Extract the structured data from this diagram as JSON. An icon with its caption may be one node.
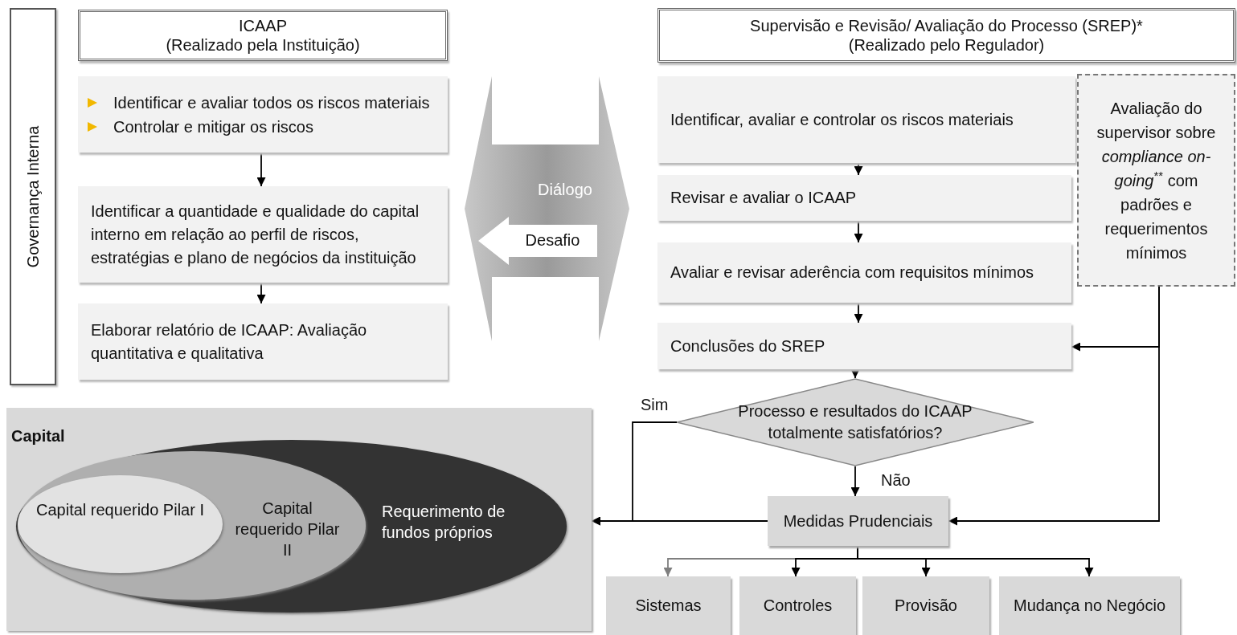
{
  "diagram": {
    "nodes": [
      {
        "text": [
          "Governança Interna"
        ]
      },
      {
        "text": [
          "ICAAP",
          "(Realizado pela Instituição)"
        ]
      },
      {
        "text": [
          "Identificar e avaliar todos os riscos materiais",
          "Controlar e mitigar os riscos"
        ]
      },
      {
        "text": [
          "Identificar a quantidade e qualidade do capital interno em relação ao perfil de riscos, estratégias e plano de negócios da instituição"
        ]
      },
      {
        "text": [
          "Elaborar relatório de ICAAP: Avaliação quantitativa e qualitativa"
        ]
      },
      {
        "text": [
          "Diálogo"
        ]
      },
      {
        "text": [
          "Desafio"
        ],
        "in": 5
      },
      {
        "text": [
          "Supervisão e Revisão/ Avaliação do Processo (SREP)*",
          "(Realizado pelo Regulador)"
        ]
      },
      {
        "text": [
          "Identificar, avaliar e controlar os riscos materiais"
        ]
      },
      {
        "text": [
          "Revisar e avaliar o ICAAP"
        ]
      },
      {
        "text": [
          "Avaliar e revisar aderência com requisitos mínimos"
        ]
      },
      {
        "text": [
          "Conclusões do SREP"
        ]
      },
      {
        "text": [
          "Avaliação do supervisor sobre *compliance on-going*$^{**}$ com padrões e requerimentos mínimos"
        ]
      },
      {
        "text": [
          "Processo e resultados do ICAAP totalmente satisfatórios?"
        ]
      },
      {
        "text": [
          "Medidas Prudenciais"
        ]
      },
      {
        "text": [
          "Sistemas"
        ]
      },
      {
        "text": [
          "Controles"
        ]
      },
      {
        "text": [
          "Provisão"
        ]
      },
      {
        "text": [
          "Mudança no Negócio"
        ]
      },
      {
        "text": [
          "Capital"
        ]
      },
      {
        "text": [
          "Requerimento de fundos próprios"
        ],
        "in": 19
      },
      {
        "text": [
          "Capital requerido Pilar II"
        ],
        "in": 20
      },
      {
        "text": [
          "Capital requerido Pilar I"
        ],
        "in": 21
      }
    ],
    "edges": [
      {
        "from": 2,
        "to": 3,
        "arrow": "to"
      },
      {
        "from": 3,
        "to": 4,
        "arrow": "to"
      },
      {
        "from": 8,
        "to": 9,
        "arrow": "to"
      },
      {
        "from": 9,
        "to": 10,
        "arrow": "to"
      },
      {
        "from": 10,
        "to": 11,
        "arrow": "to"
      },
      {
        "from": 12,
        "to": 11,
        "arrow": "to"
      },
      {
        "from": 12,
        "to": 14,
        "arrow": "to"
      },
      {
        "from": 11,
        "to": 13,
        "arrow": "to"
      },
      {
        "from": 13,
        "to": 14,
        "label": "Não",
        "arrow": "to"
      },
      {
        "from": 13,
        "to": 19,
        "label": "Sim",
        "arrow": "to"
      },
      {
        "from": 14,
        "to": 19,
        "arrow": "to"
      },
      {
        "from": 14,
        "to": 15,
        "arrow": "to",
        "color": "#7f7f7f"
      },
      {
        "from": 14,
        "to": 16,
        "arrow": "to"
      },
      {
        "from": 14,
        "to": 17,
        "arrow": "to"
      },
      {
        "from": 14,
        "to": 18,
        "arrow": "to"
      }
    ]
  }
}
